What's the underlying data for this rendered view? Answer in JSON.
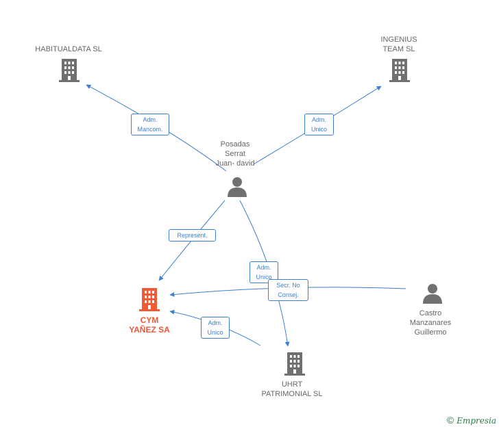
{
  "colors": {
    "edge": "#3d7fd1",
    "company": "#707070",
    "main_company": "#f05a35",
    "person": "#707070"
  },
  "nodes": {
    "habitualdata": {
      "label": "HABITUALDATA SL",
      "type": "company",
      "icon": "building-icon"
    },
    "ingenius": {
      "label": "INGENIUS\nTEAM SL",
      "type": "company",
      "icon": "building-icon"
    },
    "posadas": {
      "label": "Posadas\nSerrat\nJuan- david",
      "type": "person",
      "icon": "person-icon"
    },
    "cym": {
      "label": "CYM\nYAÑEZ SA",
      "type": "company-main",
      "icon": "building-icon"
    },
    "castro": {
      "label": "Castro\nManzanares\nGuillermo",
      "type": "person",
      "icon": "person-icon"
    },
    "uhrt": {
      "label": "UHRT\nPATRIMONIAL SL",
      "type": "company",
      "icon": "building-icon"
    }
  },
  "edges": {
    "posadas_habitualdata": "Adm.\nMancom.",
    "posadas_ingenius": "Adm.\nUnico",
    "posadas_cym": "Represent.",
    "posadas_uhrt": "Adm.\nUnico",
    "castro_cym": "Secr.  No\nConsej.",
    "uhrt_cym": "Adm.\nUnico"
  },
  "footer": {
    "copyright": "©",
    "brand": "Empresia"
  }
}
